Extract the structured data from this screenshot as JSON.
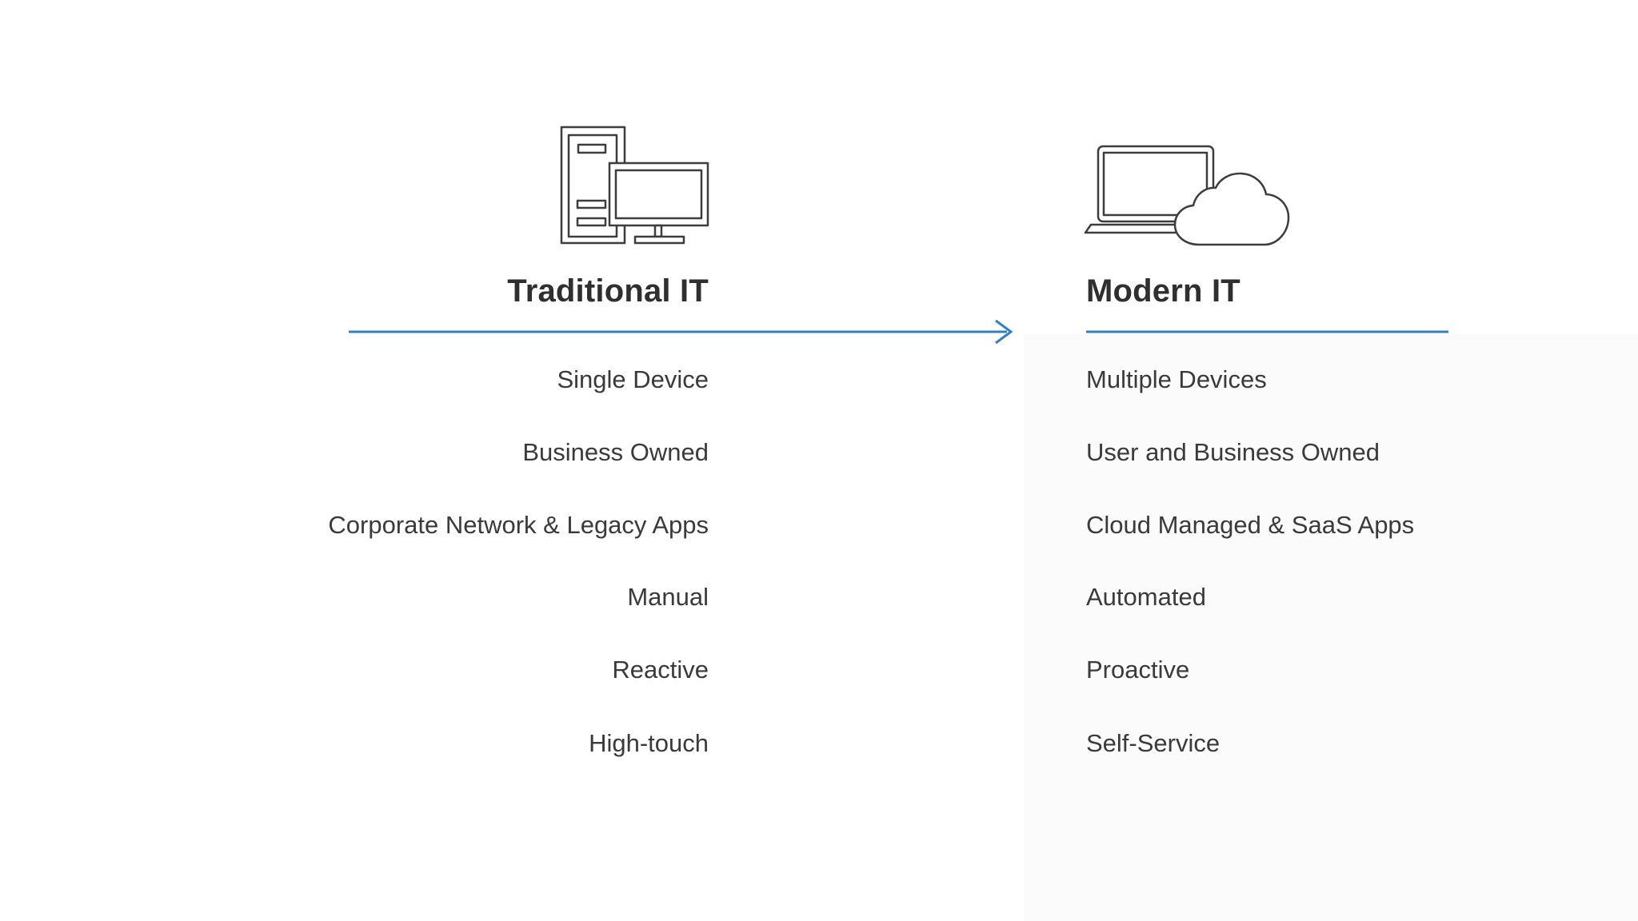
{
  "colors": {
    "accent_blue": "#2f80c4",
    "item_text": "#3a3a3a",
    "title_text": "#2f2f2f",
    "icon_stroke": "#3d3d3d",
    "right_panel_tint": "#fbfbfb"
  },
  "left_column": {
    "icon": "desktop-computer-icon",
    "title": "Traditional IT",
    "items": [
      "Single Device",
      "Business Owned",
      "Corporate Network & Legacy Apps",
      "Manual",
      "Reactive",
      "High-touch"
    ]
  },
  "right_column": {
    "icon": "laptop-cloud-icon",
    "title": "Modern IT",
    "items": [
      "Multiple Devices",
      "User and Business Owned",
      "Cloud Managed & SaaS Apps",
      "Automated",
      "Proactive",
      "Self-Service"
    ]
  }
}
